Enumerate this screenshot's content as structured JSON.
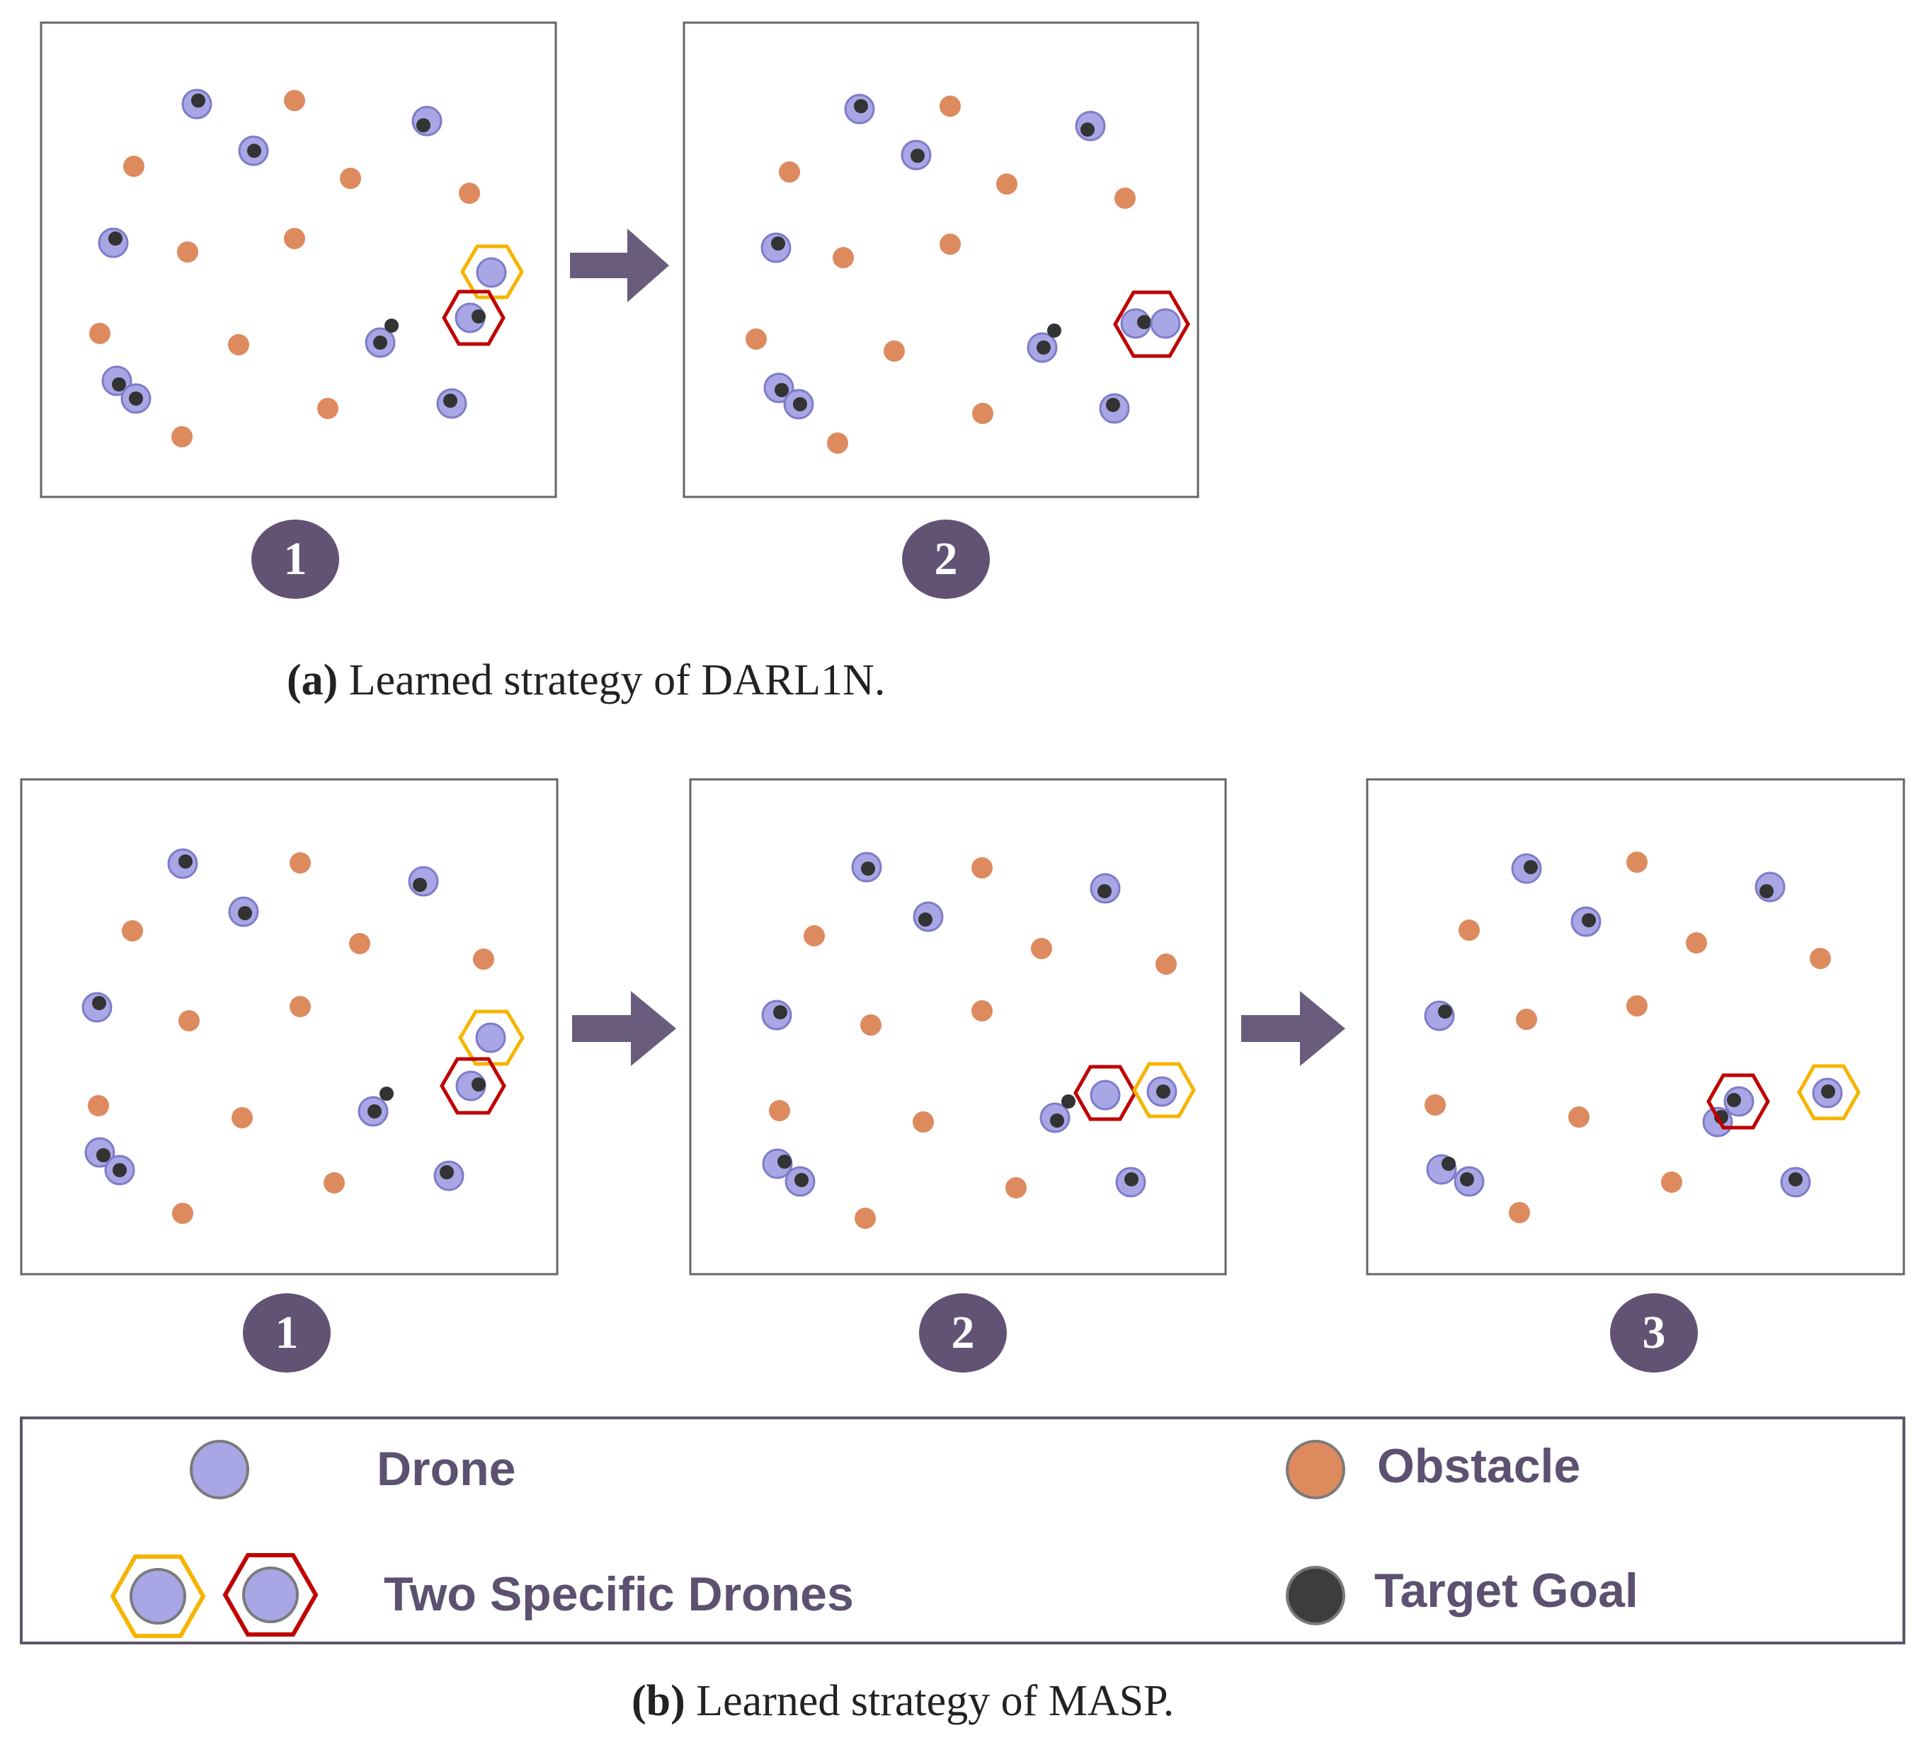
{
  "figure_a": {
    "caption_label": "(a)",
    "caption_text": "Learned strategy of DARL1N.",
    "steps": [
      "1",
      "2"
    ]
  },
  "figure_b": {
    "caption_label": "(b)",
    "caption_text": "Learned strategy of MASP.",
    "steps": [
      "1",
      "2",
      "3"
    ]
  },
  "legend": {
    "drone": "Drone",
    "obstacle": "Obstacle",
    "two_specific": "Two Specific Drones",
    "target": "Target Goal"
  },
  "colors": {
    "drone_fill": "#a8a6e4",
    "drone_stroke": "#7e7cc8",
    "obstacle": "#dd8a5e",
    "goal": "#333333",
    "hex_yellow": "#f5b400",
    "hex_red": "#c00000",
    "badge": "#625375",
    "arrow": "#6a5c7c",
    "frame": "#666666"
  }
}
